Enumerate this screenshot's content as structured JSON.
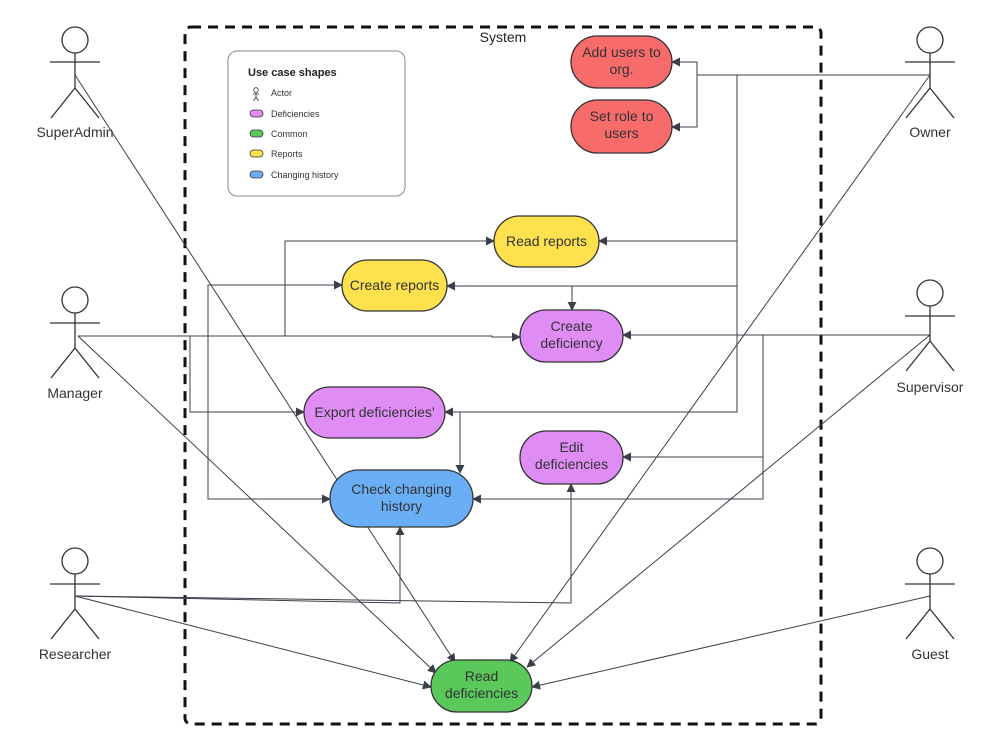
{
  "system": {
    "label": "System"
  },
  "legend": {
    "title": "Use case shapes",
    "items": [
      {
        "label": "Actor",
        "kind": "actor"
      },
      {
        "label": "Deficiencies",
        "color": "#e08cf5"
      },
      {
        "label": "Common",
        "color": "#5ac85a"
      },
      {
        "label": "Reports",
        "color": "#ffe14d"
      },
      {
        "label": "Changing history",
        "color": "#6aaef5"
      }
    ]
  },
  "actors": {
    "superadmin": "SuperAdmin",
    "owner": "Owner",
    "manager": "Manager",
    "supervisor": "Supervisor",
    "researcher": "Researcher",
    "guest": "Guest"
  },
  "usecases": {
    "add_users_l1": "Add users to",
    "add_users_l2": "org.",
    "set_role_l1": "Set role to",
    "set_role_l2": "users",
    "read_reports": "Read reports",
    "create_reports": "Create reports",
    "create_def_l1": "Create",
    "create_def_l2": "deficiency",
    "export_def": "Export deficiencies'",
    "edit_def_l1": "Edit",
    "edit_def_l2": "deficiencies",
    "check_hist_l1": "Check changing",
    "check_hist_l2": "history",
    "read_def_l1": "Read",
    "read_def_l2": "deficiencies"
  },
  "colors": {
    "red": "#f76b6b",
    "yellow": "#ffe14d",
    "purple": "#e08cf5",
    "blue": "#6aaef5",
    "green": "#5ac85a",
    "line": "#3b3f4a"
  }
}
